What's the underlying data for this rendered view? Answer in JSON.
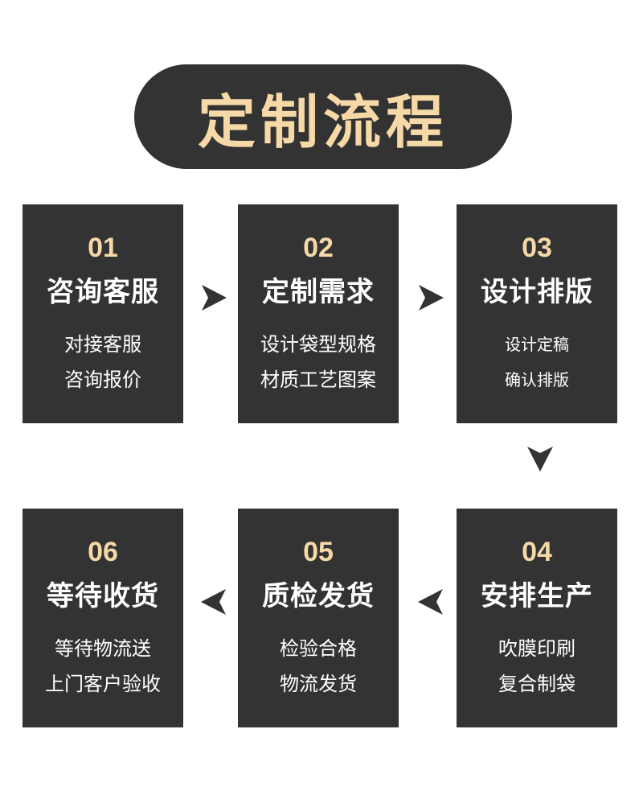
{
  "title": "定制流程",
  "colors": {
    "card_bg": "#333333",
    "accent": "#f6d9a6",
    "text": "#ffffff"
  },
  "steps": [
    {
      "num": "01",
      "name": "咨询客服",
      "lines": [
        "对接客服",
        "咨询报价"
      ]
    },
    {
      "num": "02",
      "name": "定制需求",
      "lines": [
        "设计袋型规格",
        "材质工艺图案"
      ]
    },
    {
      "num": "03",
      "name": "设计排版",
      "lines": [
        "设计定稿",
        "确认排版"
      ]
    },
    {
      "num": "04",
      "name": "安排生产",
      "lines": [
        "吹膜印刷",
        "复合制袋"
      ]
    },
    {
      "num": "05",
      "name": "质检发货",
      "lines": [
        "检验合格",
        "物流发货"
      ]
    },
    {
      "num": "06",
      "name": "等待收货",
      "lines": [
        "等待物流送",
        "上门客户验收"
      ]
    }
  ],
  "arrows": [
    {
      "icon": "arrow-right-icon"
    },
    {
      "icon": "arrow-right-icon"
    },
    {
      "icon": "arrow-down-icon"
    },
    {
      "icon": "arrow-left-icon"
    },
    {
      "icon": "arrow-left-icon"
    }
  ]
}
